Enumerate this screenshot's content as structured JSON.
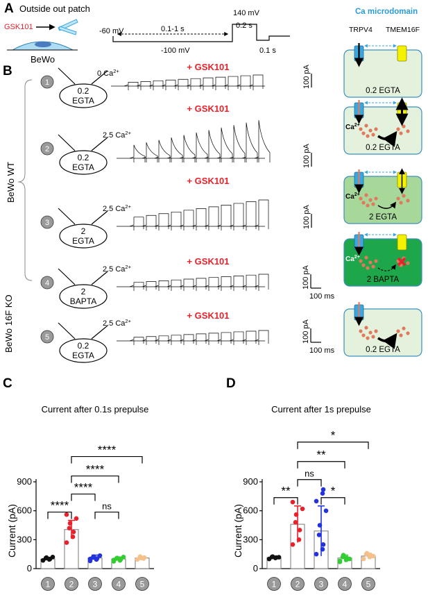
{
  "panel_a": {
    "letter": "A",
    "title": "Outside out patch",
    "agonist": "GSK101",
    "cell": "BeWo",
    "protocol": {
      "hold": "-60 mV",
      "duration": "0.1-1 s",
      "prepulse": "-100 mV",
      "step": "140 mV",
      "step_duration": "0.2 s",
      "tail": "0.1 s"
    },
    "micro_header": "Ca microdomain",
    "chan1": "TRPV4",
    "chan2": "TMEM16F"
  },
  "panel_b": {
    "letter": "B",
    "group_wt": "BeWo WT",
    "group_ko": "BeWo 16F KO",
    "rows": [
      {
        "num": "1",
        "buffer_conc": "0.2",
        "buffer": "EGTA",
        "ca": "0 Ca",
        "agonist": "+ GSK101",
        "scale": "100 pA",
        "micro": "0.2 EGTA",
        "micro_ca": ""
      },
      {
        "num": "2",
        "buffer_conc": "0.2",
        "buffer": "EGTA",
        "ca": "2.5 Ca",
        "agonist": "+ GSK101",
        "scale": "100 pA",
        "micro": "0.2 EGTA",
        "micro_ca": "Ca"
      },
      {
        "num": "3",
        "buffer_conc": "2",
        "buffer": "EGTA",
        "ca": "2.5 Ca",
        "agonist": "+ GSK101",
        "scale": "100 pA",
        "micro": "2 EGTA",
        "micro_ca": "Ca"
      },
      {
        "num": "4",
        "buffer_conc": "2",
        "buffer": "BAPTA",
        "ca": "2.5 Ca",
        "agonist": "+ GSK101",
        "scale": "100 pA",
        "time_scale": "100 ms",
        "micro": "2 BAPTA",
        "micro_ca": "Ca"
      },
      {
        "num": "5",
        "buffer_conc": "0.2",
        "buffer": "EGTA",
        "ca": "2.5 Ca",
        "agonist": "+ GSK101",
        "scale": "100 pA",
        "time_scale": "100 ms",
        "micro": "0.2 EGTA",
        "micro_ca": ""
      }
    ],
    "superscript": "2+"
  },
  "colors": {
    "c1": "#111111",
    "c2": "#e8212a",
    "c3": "#2233dd",
    "c4": "#33cc33",
    "c5": "#f5c08a",
    "cell_light": "#e4f1dc",
    "cell_mid": "#a8d79a",
    "cell_dark": "#1ea64a",
    "trpv4": "#3aa7e0",
    "tmem16f": "#f4f200",
    "ca_dot": "#e07a5f",
    "accent": "#e8212a"
  },
  "chart_data": [
    {
      "type": "bar",
      "panel_letter": "C",
      "title": "Current after 0.1s prepulse",
      "ylabel": "Current (pA)",
      "ylim": [
        0,
        900
      ],
      "yticks": [
        0,
        300,
        600,
        900
      ],
      "categories": [
        "1",
        "2",
        "3",
        "4",
        "5"
      ],
      "values": [
        100,
        405,
        110,
        100,
        110
      ],
      "sd": [
        15,
        95,
        30,
        20,
        15
      ],
      "points": [
        [
          85,
          95,
          100,
          108,
          115,
          120
        ],
        [
          270,
          330,
          380,
          420,
          470,
          520,
          560
        ],
        [
          80,
          95,
          105,
          115,
          125,
          135,
          100,
          95
        ],
        [
          75,
          85,
          95,
          105,
          110,
          120,
          90
        ],
        [
          95,
          105,
          115,
          125,
          110
        ]
      ],
      "comparisons": [
        {
          "a": "1",
          "b": "2",
          "label": "****"
        },
        {
          "a": "2",
          "b": "3",
          "label": "****"
        },
        {
          "a": "3",
          "b": "4",
          "label": "ns"
        },
        {
          "a": "2",
          "b": "4",
          "label": "****"
        },
        {
          "a": "2",
          "b": "5",
          "label": "****"
        }
      ]
    },
    {
      "type": "bar",
      "panel_letter": "D",
      "title": "Current after 1s prepulse",
      "ylabel": "Current (pA)",
      "ylim": [
        0,
        900
      ],
      "yticks": [
        0,
        300,
        600,
        900
      ],
      "categories": [
        "1",
        "2",
        "3",
        "4",
        "5"
      ],
      "values": [
        115,
        460,
        390,
        110,
        130
      ],
      "sd": [
        10,
        190,
        260,
        30,
        30
      ],
      "points": [
        [
          100,
          110,
          115,
          120,
          125,
          118
        ],
        [
          250,
          300,
          400,
          480,
          560,
          620,
          690
        ],
        [
          150,
          200,
          250,
          350,
          450,
          600,
          700,
          780,
          820
        ],
        [
          70,
          90,
          110,
          120,
          140,
          100,
          80
        ],
        [
          100,
          120,
          140,
          150,
          160,
          130
        ]
      ],
      "comparisons": [
        {
          "a": "1",
          "b": "2",
          "label": "**"
        },
        {
          "a": "2",
          "b": "3",
          "label": "ns"
        },
        {
          "a": "3",
          "b": "4",
          "label": "*"
        },
        {
          "a": "2",
          "b": "4",
          "label": "**"
        },
        {
          "a": "2",
          "b": "5",
          "label": "*"
        }
      ]
    }
  ]
}
